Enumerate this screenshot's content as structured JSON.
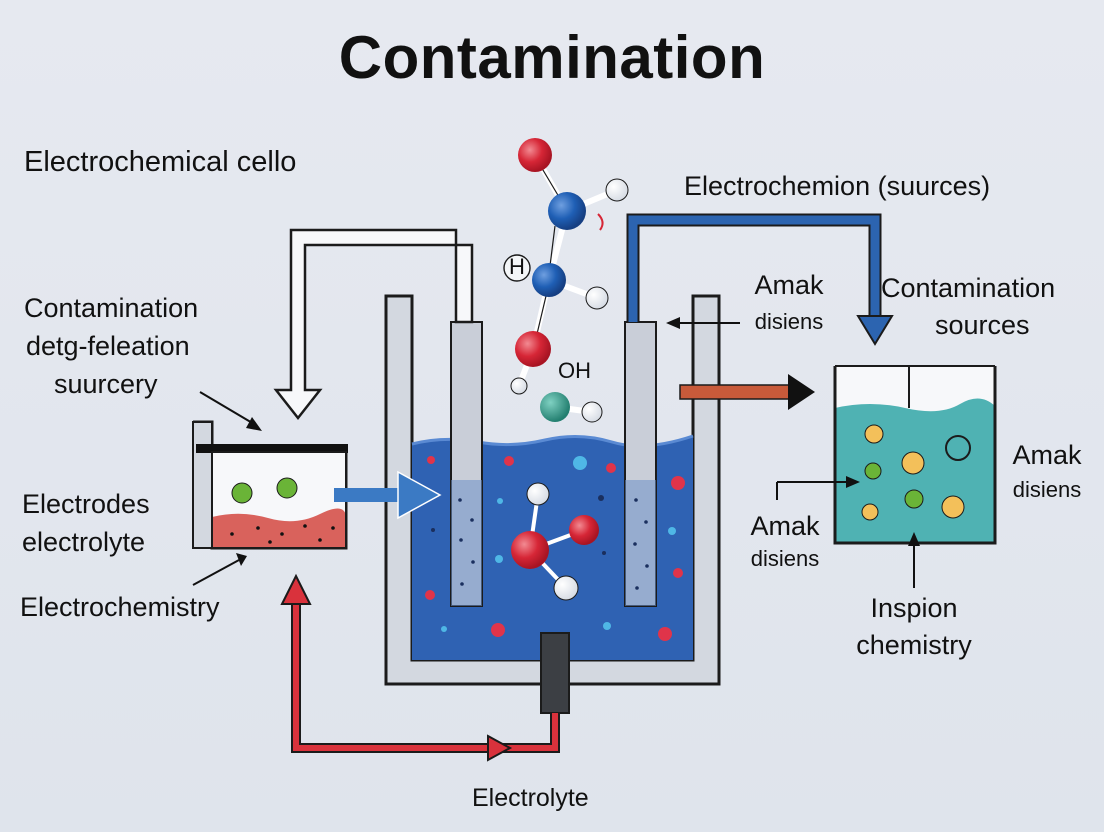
{
  "title": "Contamination",
  "labels": {
    "cell": "Electrochemical cello",
    "sources_top": "Electrochemion (suurces)",
    "left_top_1": "Contamination",
    "left_top_2": "detg-feleation",
    "left_top_3": "suurcery",
    "left_mid_1": "Electrodes",
    "left_mid_2": "electrolyte",
    "left_bottom": "Electrochemistry",
    "mid_right_1": "Amak",
    "mid_right_2": "disiens",
    "right_top_1": "Contamination",
    "right_top_2": "sources",
    "right_mid_1": "Amak",
    "right_mid_2": "disiens",
    "right_low_1": "Amak",
    "right_low_2": "disiens",
    "right_bottom_1": "Inspion",
    "right_bottom_2": "chemistry",
    "bottom": "Electrolyte",
    "atom_h": "H",
    "atom_oh": "OH"
  },
  "colors": {
    "background": "#e3e7ee",
    "cell_liquid": "#2f62b3",
    "small_tank_liquid": "#d9625c",
    "right_tank_liquid": "#4fb2b3",
    "flow_arrow_red": "#d9323c",
    "flow_arrow_blue": "#2c64b0",
    "oxygen_atom": "#d62636",
    "nitrogen_atom": "#1f5fb5",
    "teal_atom": "#2f9b8a",
    "particle_orange": "#f3c05a",
    "particle_green": "#6ab437"
  }
}
